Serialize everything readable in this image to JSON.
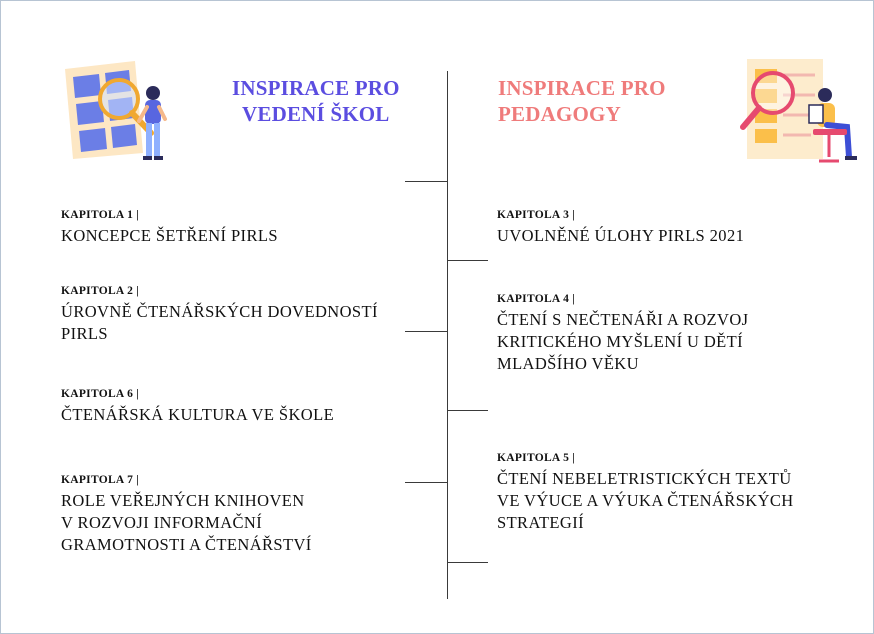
{
  "left_column": {
    "heading_lines": [
      "INSPIRACE PRO",
      "VEDENÍ ŠKOL"
    ],
    "chapters": [
      {
        "label": "KAPITOLA 1 |",
        "title_lines": [
          "KONCEPCE ŠETŘENÍ PIRLS"
        ]
      },
      {
        "label": "KAPITOLA 2 |",
        "title_lines": [
          "ÚROVNĚ ČTENÁŘSKÝCH DOVEDNOSTÍ",
          "PIRLS"
        ]
      },
      {
        "label": "KAPITOLA 6 |",
        "title_lines": [
          "ČTENÁŘSKÁ KULTURA VE ŠKOLE"
        ]
      },
      {
        "label": "KAPITOLA 7 |",
        "title_lines": [
          "ROLE VEŘEJNÝCH KNIHOVEN",
          "V ROZVOJI INFORMAČNÍ",
          "GRAMOTNOSTI A ČTENÁŘSTVÍ"
        ]
      }
    ]
  },
  "right_column": {
    "heading_lines": [
      "INSPIRACE PRO",
      "PEDAGOGY"
    ],
    "chapters": [
      {
        "label": "KAPITOLA 3 |",
        "title_lines": [
          "UVOLNĚNÉ ÚLOHY PIRLS 2021"
        ]
      },
      {
        "label": "KAPITOLA 4 |",
        "title_lines": [
          "ČTENÍ S NEČTENÁŘI A ROZVOJ",
          "KRITICKÉHO MYŠLENÍ U DĚTÍ",
          "MLADŠÍHO VĚKU"
        ]
      },
      {
        "label": "KAPITOLA 5 |",
        "title_lines": [
          "ČTENÍ NEBELETRISTICKÝCH TEXTŮ",
          "VE VÝUCE A VÝUKA ČTENÁŘSKÝCH",
          "STRATEGIÍ"
        ]
      }
    ]
  },
  "colors": {
    "left_heading": "#5b4de0",
    "right_heading": "#ef7b7b",
    "timeline": "#3a3a3a",
    "text": "#111111"
  },
  "illustrations": {
    "left": "person-with-magnifier-at-window-illustration",
    "right": "person-reading-in-chair-with-magnifier-illustration"
  }
}
